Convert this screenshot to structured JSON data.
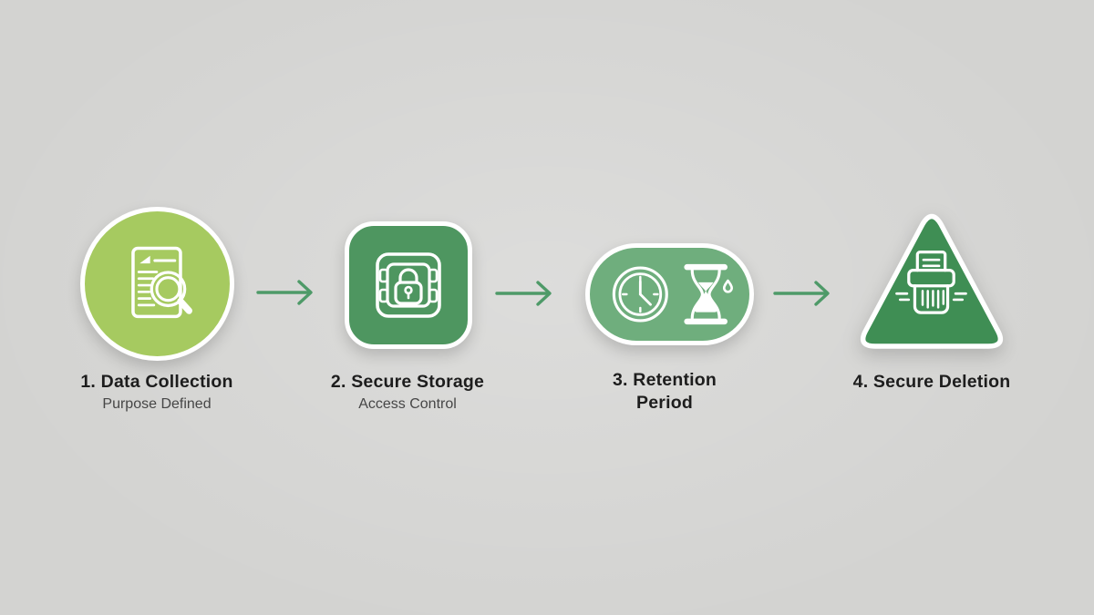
{
  "diagram": {
    "type": "process-flow",
    "direction": "left-to-right",
    "steps": [
      {
        "label": "1. Data Collection",
        "subtitle": "Purpose Defined",
        "shape": "circle",
        "icon": "document-magnifier-icon"
      },
      {
        "label": "2. Secure Storage",
        "subtitle": "Access Control",
        "shape": "rounded-square",
        "icon": "safe-lock-icon"
      },
      {
        "label": "3. Retention Period",
        "subtitle": "",
        "shape": "pill",
        "icon": "clock-hourglass-icon"
      },
      {
        "label": "4. Secure Deletion",
        "subtitle": "",
        "shape": "rounded-triangle",
        "icon": "shredder-icon"
      }
    ]
  },
  "colors": {
    "background": "#d3d3d1",
    "shape-outline": "#ffffff",
    "step1-fill": "#a6ca60",
    "step2-fill": "#4e9660",
    "step3-fill": "#6fae7d",
    "step4-fill": "#3f8e54",
    "arrow": "#4e9a68",
    "title-text": "#1d1d1d",
    "subtitle-text": "#464646"
  }
}
